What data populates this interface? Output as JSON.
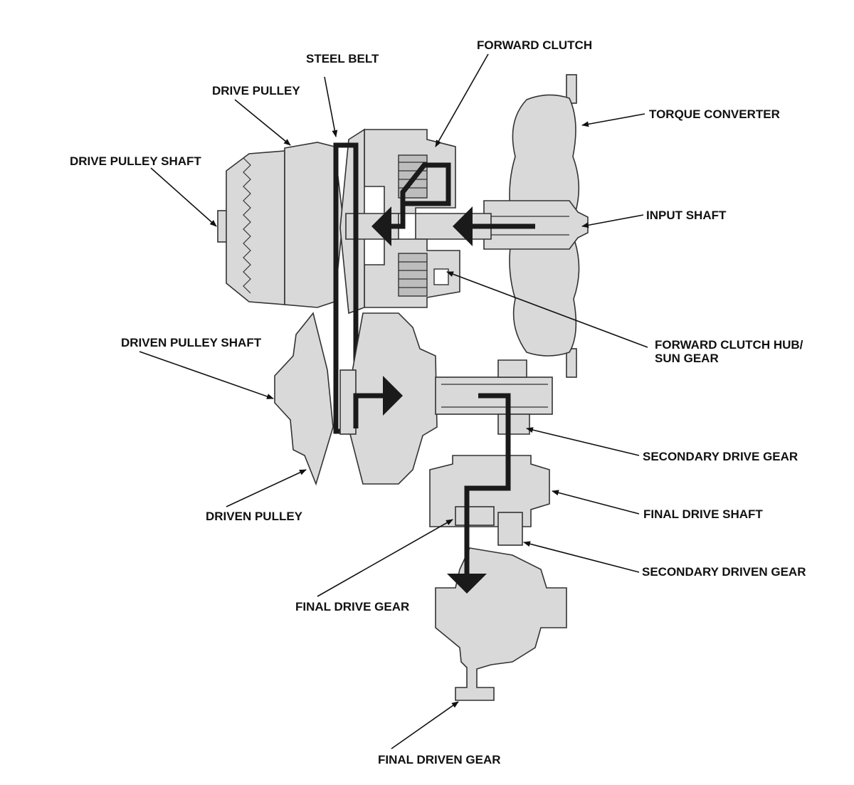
{
  "labels": {
    "steel_belt": "STEEL BELT",
    "forward_clutch": "FORWARD CLUTCH",
    "drive_pulley": "DRIVE PULLEY",
    "torque_converter": "TORQUE CONVERTER",
    "drive_pulley_shaft": "DRIVE PULLEY SHAFT",
    "input_shaft": "INPUT SHAFT",
    "forward_clutch_hub_line1": "FORWARD CLUTCH HUB/",
    "forward_clutch_hub_line2": "SUN GEAR",
    "driven_pulley_shaft": "DRIVEN PULLEY SHAFT",
    "secondary_drive_gear": "SECONDARY DRIVE GEAR",
    "driven_pulley": "DRIVEN PULLEY",
    "final_drive_shaft": "FINAL DRIVE SHAFT",
    "secondary_driven_gear": "SECONDARY DRIVEN GEAR",
    "final_drive_gear": "FINAL DRIVE GEAR",
    "final_driven_gear": "FINAL DRIVEN GEAR"
  },
  "colors": {
    "part_fill": "#d9d9d9",
    "outline": "#333333",
    "power_flow": "#1a1a1a"
  }
}
